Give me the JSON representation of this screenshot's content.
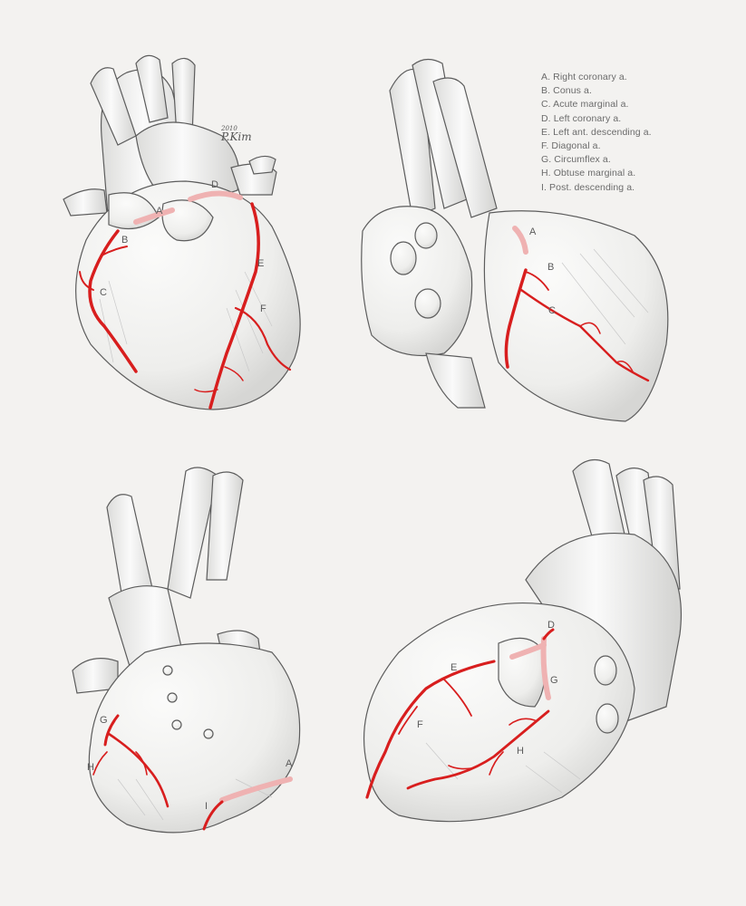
{
  "legend": [
    "A. Right coronary a.",
    "B. Conus a.",
    "C. Acute marginal a.",
    "D. Left coronary a.",
    "E. Left ant. descending a.",
    "F. Diagonal a.",
    "G. Circumflex a.",
    "H. Obtuse marginal a.",
    "I. Post. descending a."
  ],
  "signature": {
    "year": "2010",
    "name": "P.Kim"
  },
  "labels": {
    "v1": {
      "a": "A",
      "b": "B",
      "c": "C",
      "d": "D",
      "e": "E",
      "f": "F"
    },
    "v2": {
      "a": "A",
      "b": "B",
      "c": "C"
    },
    "v3": {
      "g": "G",
      "h": "H",
      "i": "I",
      "a": "A"
    },
    "v4": {
      "d": "D",
      "e": "E",
      "g": "G",
      "f": "F",
      "h": "H"
    }
  },
  "colors": {
    "background": "#f3f2f0",
    "outline": "#5c5c5c",
    "artery": "#d81e1e",
    "artery_hidden": "#efb2b2",
    "shade": "#c9c9c9"
  }
}
